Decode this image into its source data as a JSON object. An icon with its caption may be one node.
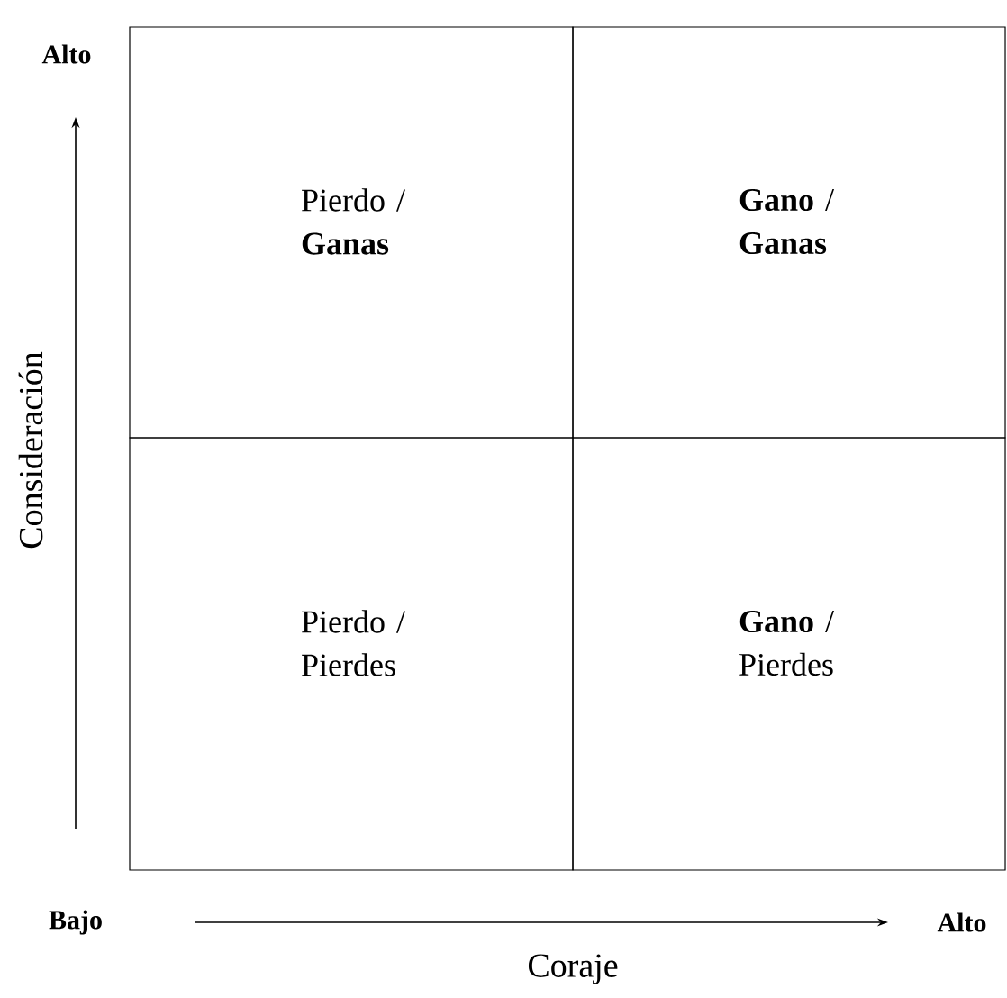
{
  "diagram": {
    "nodes": [
      {
        "text": [
          "Pierdo / **Ganas**"
        ]
      },
      {
        "text": [
          "**Gano** / **Ganas**"
        ]
      },
      {
        "text": [
          "Pierdo / Pierdes"
        ]
      },
      {
        "text": [
          "**Gano** / Pierdes"
        ]
      }
    ],
    "labels": [
      "Alto",
      "Consideración",
      "Bajo",
      "Alto",
      "Coraje"
    ]
  }
}
